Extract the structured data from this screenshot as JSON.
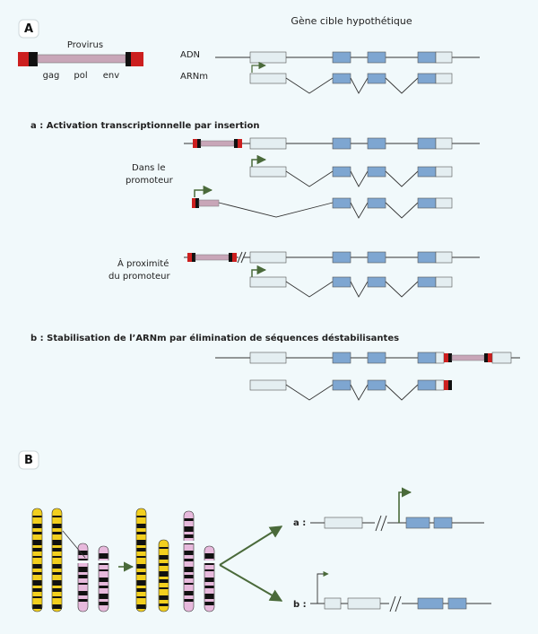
{
  "panel_a": {
    "letter": "A",
    "provirus_label": "Provirus",
    "gag": "gag",
    "pol": "pol",
    "env": "env",
    "gene_title": "Gène cible hypothétique",
    "adn": "ADN",
    "arnm": "ARNm",
    "section_a_title": "a : Activation transcriptionnelle par insertion",
    "promoter_line1": "Dans le",
    "promoter_line2": "promoteur",
    "proximity_line1": "À proximité",
    "proximity_line2": "du promoteur",
    "section_b_title": "b : Stabilisation de l’ARNm par élimination de séquences déstabilisantes"
  },
  "panel_b": {
    "letter": "B",
    "label_a": "a :",
    "label_b": "b :"
  },
  "colors": {
    "background": "#f1f9fb",
    "exon_blue": "#7ea6d1",
    "exon_light": "#e4eef1",
    "provirus_red": "#cc1f1f",
    "provirus_body": "#c8a6b8",
    "arrow_green": "#4a6a3a",
    "chromosome_yellow": "#f2cf1e",
    "chromosome_pink": "#e7b9dc"
  }
}
